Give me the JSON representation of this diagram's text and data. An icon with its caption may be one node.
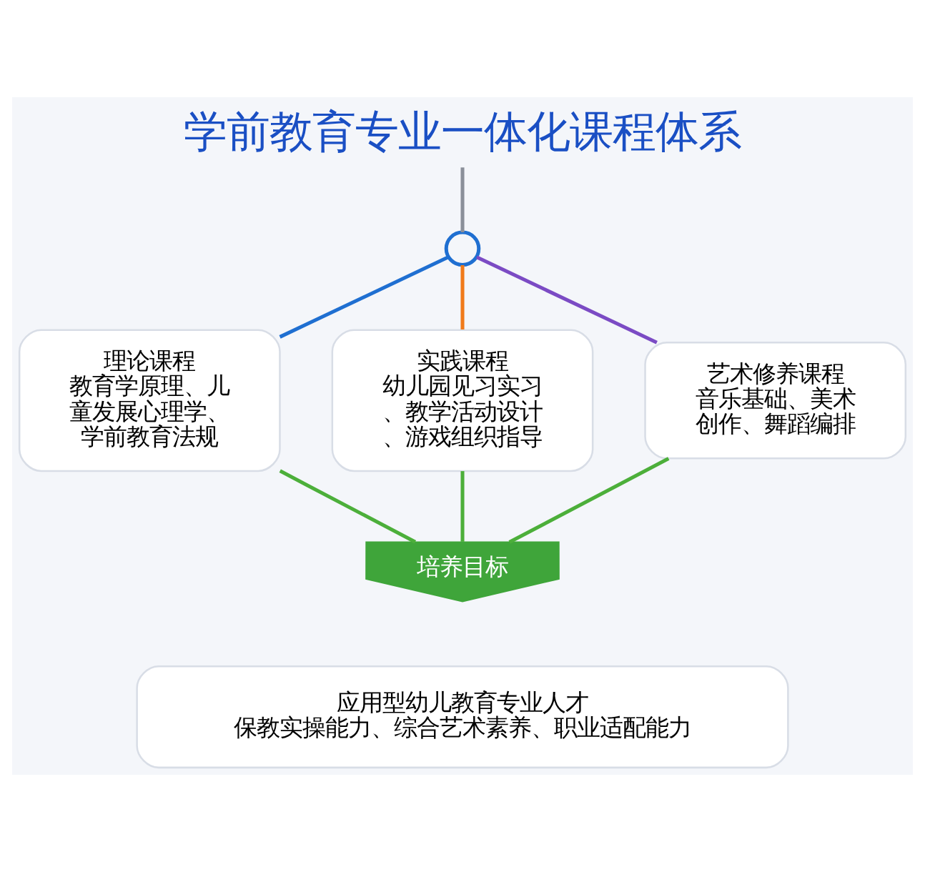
{
  "diagram": {
    "title": "学前教育专业一体化课程体系",
    "nodes": [
      {
        "text": [],
        "shape": "circle"
      },
      {
        "text": [
          "理论课程",
          "教育学原理、儿童发展心理学、学前教育法规"
        ]
      },
      {
        "text": [
          "实践课程",
          "幼儿园见习实习、教学活动设计、游戏组织指导"
        ]
      },
      {
        "text": [
          "艺术修养课程",
          "音乐基础、美术创作、舞蹈编排"
        ]
      },
      {
        "text": [
          "培养目标"
        ]
      },
      {
        "text": [
          "应用型幼儿教育专业人才",
          "保教实操能力、综合艺术素养、职业适配能力"
        ]
      }
    ],
    "edges": [
      {
        "from": null,
        "to": 0,
        "arrow": "none",
        "color": "#8a8f99"
      },
      {
        "from": 0,
        "to": 1,
        "arrow": "none",
        "color": "#1f6fd1"
      },
      {
        "from": 0,
        "to": 2,
        "arrow": "none",
        "color": "#f07a1a"
      },
      {
        "from": 0,
        "to": 3,
        "arrow": "none",
        "color": "#7b4bc4"
      },
      {
        "from": 1,
        "to": 4,
        "arrow": "none",
        "color": "#4caf3a"
      },
      {
        "from": 2,
        "to": 4,
        "arrow": "none",
        "color": "#4caf3a"
      },
      {
        "from": 3,
        "to": 4,
        "arrow": "none",
        "color": "#4caf3a"
      }
    ]
  }
}
